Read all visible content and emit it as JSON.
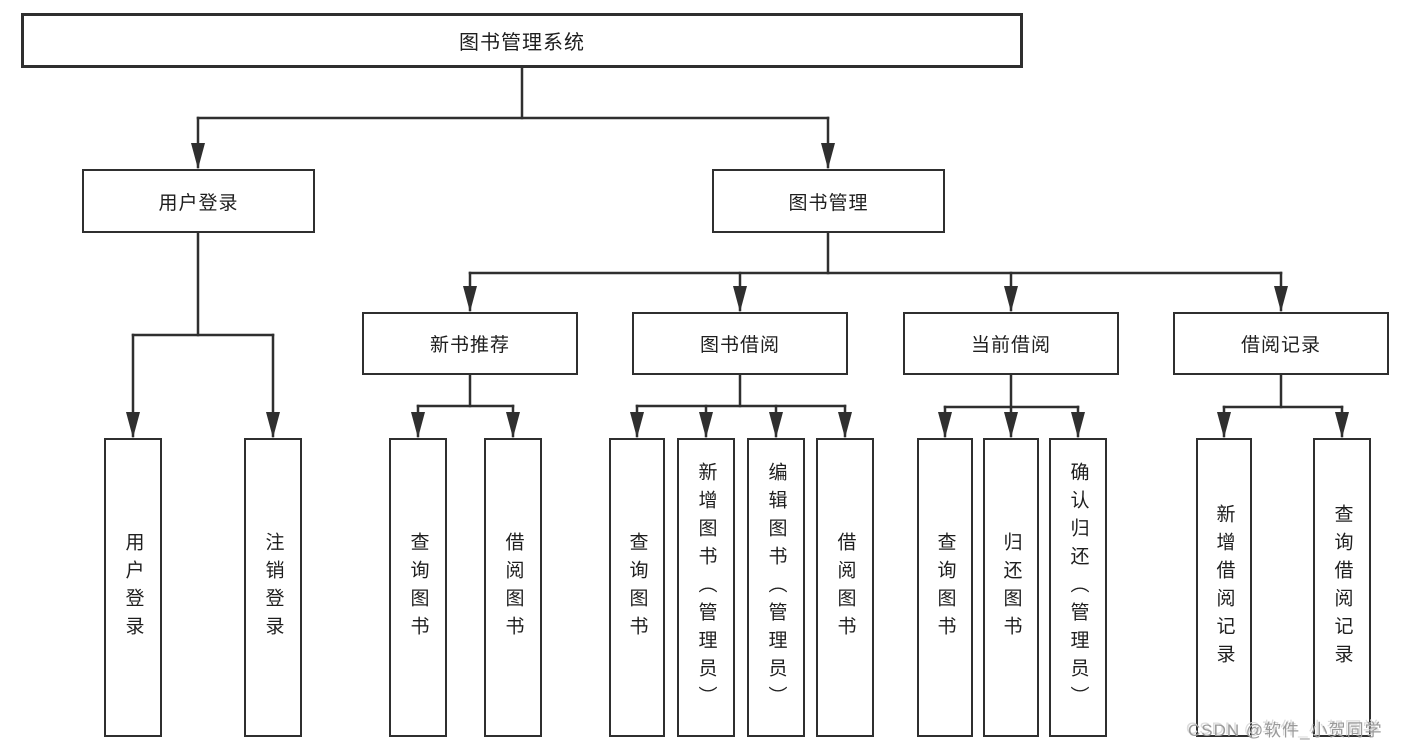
{
  "tree": {
    "label": "图书管理系统",
    "children": [
      {
        "label": "用户登录",
        "children": [
          {
            "label": "用户登录"
          },
          {
            "label": "注销登录"
          }
        ]
      },
      {
        "label": "图书管理",
        "children": [
          {
            "label": "新书推荐",
            "children": [
              {
                "label": "查询图书"
              },
              {
                "label": "借阅图书"
              }
            ]
          },
          {
            "label": "图书借阅",
            "children": [
              {
                "label": "查询图书"
              },
              {
                "label": "新增图书（管理员）"
              },
              {
                "label": "编辑图书（管理员）"
              },
              {
                "label": "借阅图书"
              }
            ]
          },
          {
            "label": "当前借阅",
            "children": [
              {
                "label": "查询图书"
              },
              {
                "label": "归还图书"
              },
              {
                "label": "确认归还（管理员）"
              }
            ]
          },
          {
            "label": "借阅记录",
            "children": [
              {
                "label": "新增借阅记录"
              },
              {
                "label": "查询借阅记录"
              }
            ]
          }
        ]
      }
    ]
  },
  "watermark": {
    "text": "CSDN @软件_小贺同学"
  },
  "colors": {
    "line": "#2f2f2f",
    "text": "#1e1e1e",
    "watermark": "#9a9a9a",
    "background": "#ffffff"
  }
}
